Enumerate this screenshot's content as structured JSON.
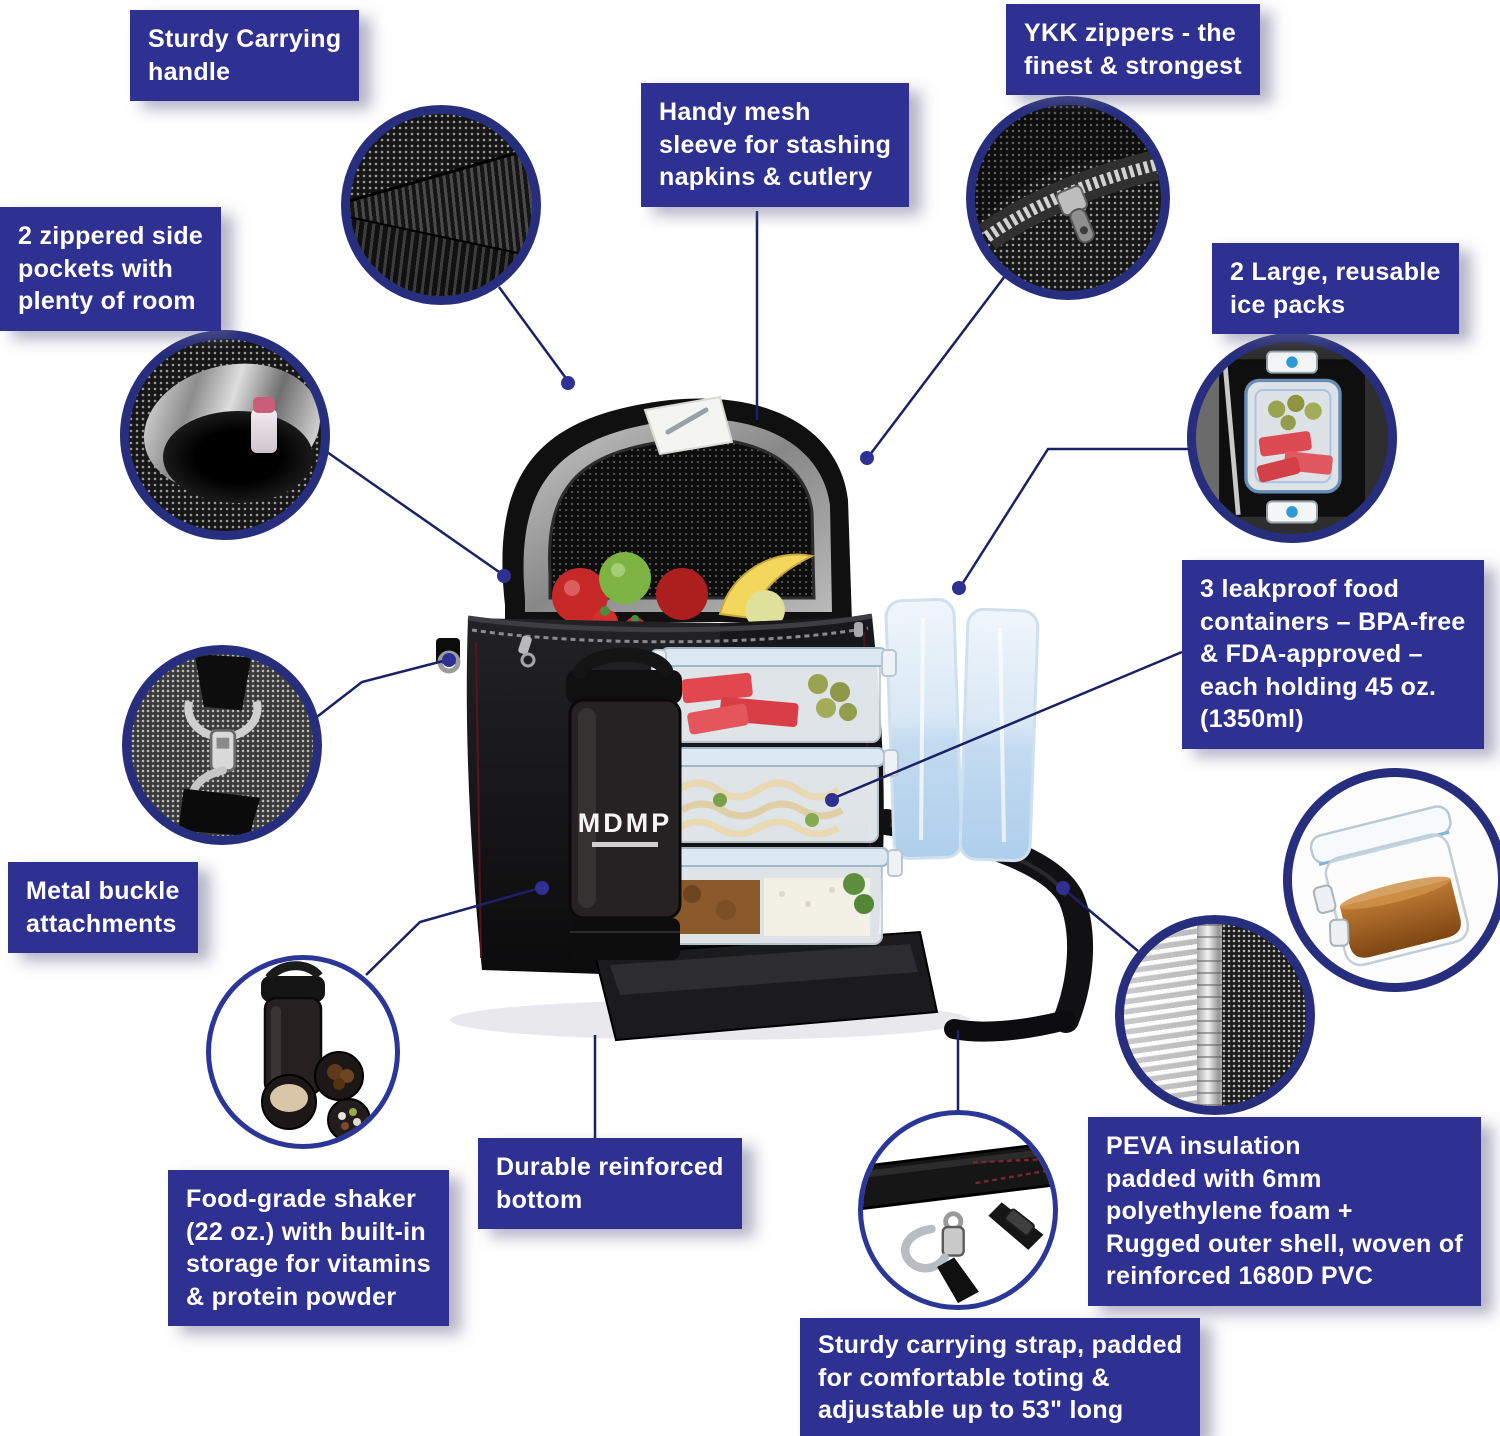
{
  "meta": {
    "description": "Annotated product infographic of a black meal-prep cooler bag with close-up callouts"
  },
  "colors": {
    "label_bg": "#2e3192",
    "label_text": "#ffffff",
    "circle_ring": "#272e7e",
    "connector_line": "#1b2166",
    "connector_dot": "#2e3192",
    "background": "#ffffff"
  },
  "callouts": {
    "carrying_handle": {
      "label": "Sturdy Carrying\nhandle"
    },
    "mesh_sleeve": {
      "label": "Handy mesh\nsleeve for stashing\nnapkins & cutlery"
    },
    "ykk_zippers": {
      "label": "YKK zippers - the\nfinest & strongest"
    },
    "side_pockets": {
      "label": "2 zippered side\npockets with\nplenty of room"
    },
    "ice_packs": {
      "label": "2 Large, reusable\nice packs"
    },
    "food_containers": {
      "label": "3 leakproof food\ncontainers – BPA-free\n& FDA-approved –\neach holding 45 oz.\n(1350ml)"
    },
    "metal_buckle": {
      "label": "Metal buckle\nattachments"
    },
    "shaker": {
      "label": "Food-grade shaker\n(22 oz.)  with built-in\nstorage for vitamins\n& protein powder"
    },
    "reinforced_bottom": {
      "label": "Durable reinforced\nbottom"
    },
    "insulation": {
      "label": "PEVA insulation\npadded with 6mm\npolyethylene foam +\nRugged outer shell, woven of\nreinforced 1680D PVC"
    },
    "carrying_strap": {
      "label": "Sturdy carrying strap, padded\nfor comfortable toting &\nadjustable up to 53\" long"
    }
  },
  "product": {
    "shaker_brand": "MDMP"
  }
}
